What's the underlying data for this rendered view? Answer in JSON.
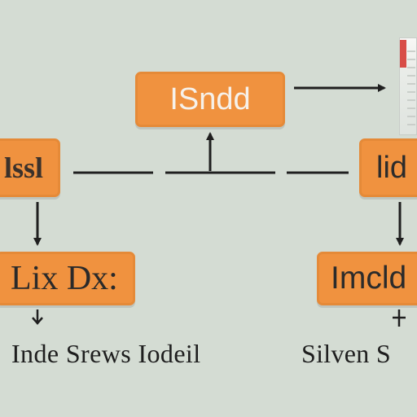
{
  "diagram": {
    "nodes": {
      "top": "ISndd",
      "left_upper": "lssl",
      "right_upper": "lid",
      "left_lower": "Lix Dx:",
      "right_lower": "Imcld"
    },
    "captions": {
      "left": "Inde Srews Iodeil",
      "right": "Silven S"
    },
    "colors": {
      "background": "#d4dcd3",
      "node_fill": "#f0923f",
      "node_border": "#e58a38",
      "line": "#1f1f1f",
      "accent_red": "#d84d47"
    }
  }
}
